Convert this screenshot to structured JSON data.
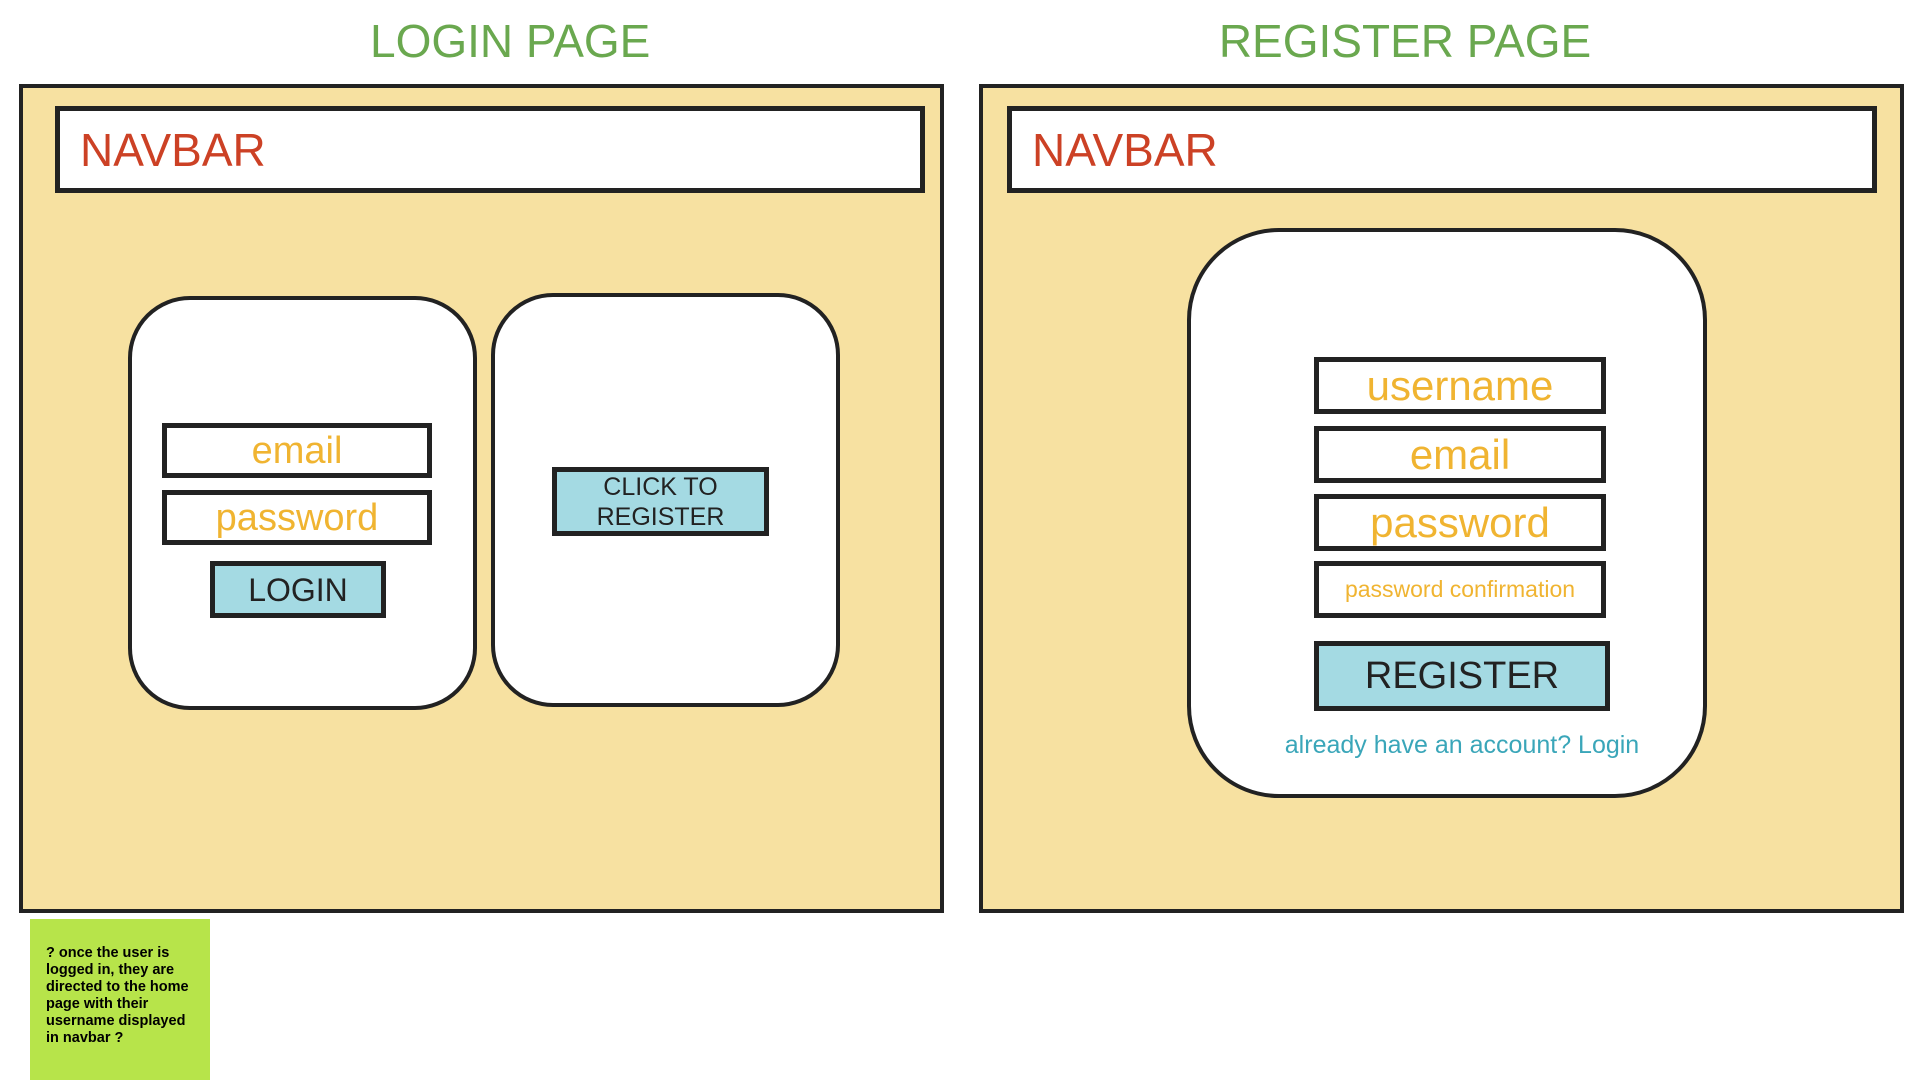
{
  "login_page": {
    "title": "LOGIN PAGE",
    "navbar_label": "NAVBAR",
    "login_form": {
      "email_placeholder": "email",
      "password_placeholder": "password",
      "login_button": "LOGIN"
    },
    "register_card": {
      "button_line1": "CLICK TO",
      "button_line2": "REGISTER"
    }
  },
  "register_page": {
    "title": "REGISTER PAGE",
    "navbar_label": "NAVBAR",
    "form": {
      "username_placeholder": "username",
      "email_placeholder": "email",
      "password_placeholder": "password",
      "password_confirmation_placeholder": "password confirmation",
      "register_button": "REGISTER",
      "login_link": "already have an account? Login"
    }
  },
  "sticky_note": {
    "text": "? once the user is logged in, they are directed to the home page with their username displayed in navbar ?"
  },
  "colors": {
    "title": "#6aa84f",
    "navbar_text": "#cc4125",
    "frame_bg": "#f7e1a1",
    "field_text": "#f0b431",
    "button_bg": "#a4dae3",
    "link_text": "#3aa6b9",
    "sticky_bg": "#b7e44a"
  }
}
